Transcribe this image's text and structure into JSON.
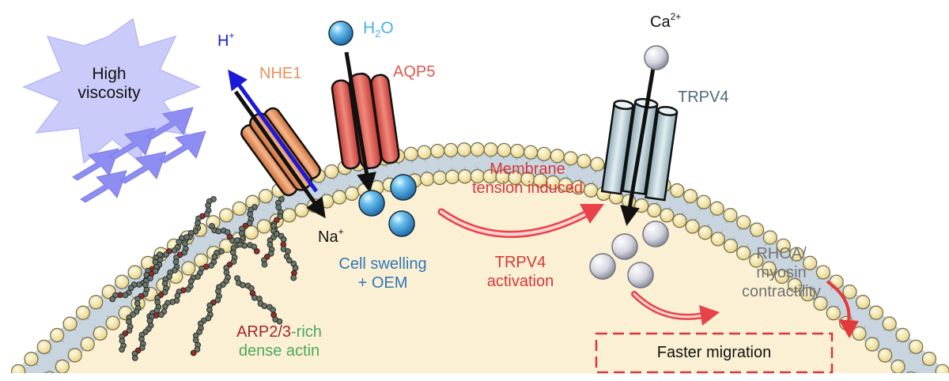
{
  "colors": {
    "viscosity_burst": "#c9c9fb",
    "arrow_blue": "#8d8df2",
    "proton_arrow": "#1a1ad8",
    "nhe1": "#e8915a",
    "aqp5": "#e0574d",
    "trpv4_channel": "#b9d3da",
    "trpv4_label": "#4d6a77",
    "water": "#3d9fd8",
    "calcium": "#d2d3dc",
    "red_text": "#d9373b",
    "blue_text": "#2f78b7",
    "arp_text": "#a3252a",
    "green_text": "#4aa75f",
    "gray_text": "#727272",
    "cytoplasm": "#fbf0d4",
    "lipid_head": "#f5e6a3",
    "membrane_core": "#c8d4de"
  },
  "labels": {
    "viscosity": [
      "High",
      "viscosity"
    ],
    "proton": {
      "base": "H",
      "sup": "+"
    },
    "nhe1": "NHE1",
    "water": {
      "base": "H",
      "sub": "2",
      "end": "O"
    },
    "aqp5": "AQP5",
    "sodium": {
      "base": "Na",
      "sup": "+"
    },
    "calcium": {
      "base": "Ca",
      "sup": "2+"
    },
    "trpv4": "TRPV4",
    "swelling": [
      "Cell swelling",
      "+ OEM"
    ],
    "tension": [
      "Membrane",
      "tension induced"
    ],
    "activation": [
      "TRPV4",
      "activation"
    ],
    "rhoa": [
      "RHOA/",
      "myosin",
      "contractility"
    ],
    "actin_a": "ARP2/3",
    "actin_b": "-rich",
    "actin_c": "dense actin",
    "migration": "Faster migration"
  },
  "icons": [
    "viscosity-burst-icon",
    "nhe1-channel-icon",
    "aqp5-channel-icon",
    "trpv4-channel-icon",
    "water-molecule-icon",
    "calcium-ion-icon",
    "actin-filament-icon",
    "lipid-bilayer-icon"
  ]
}
